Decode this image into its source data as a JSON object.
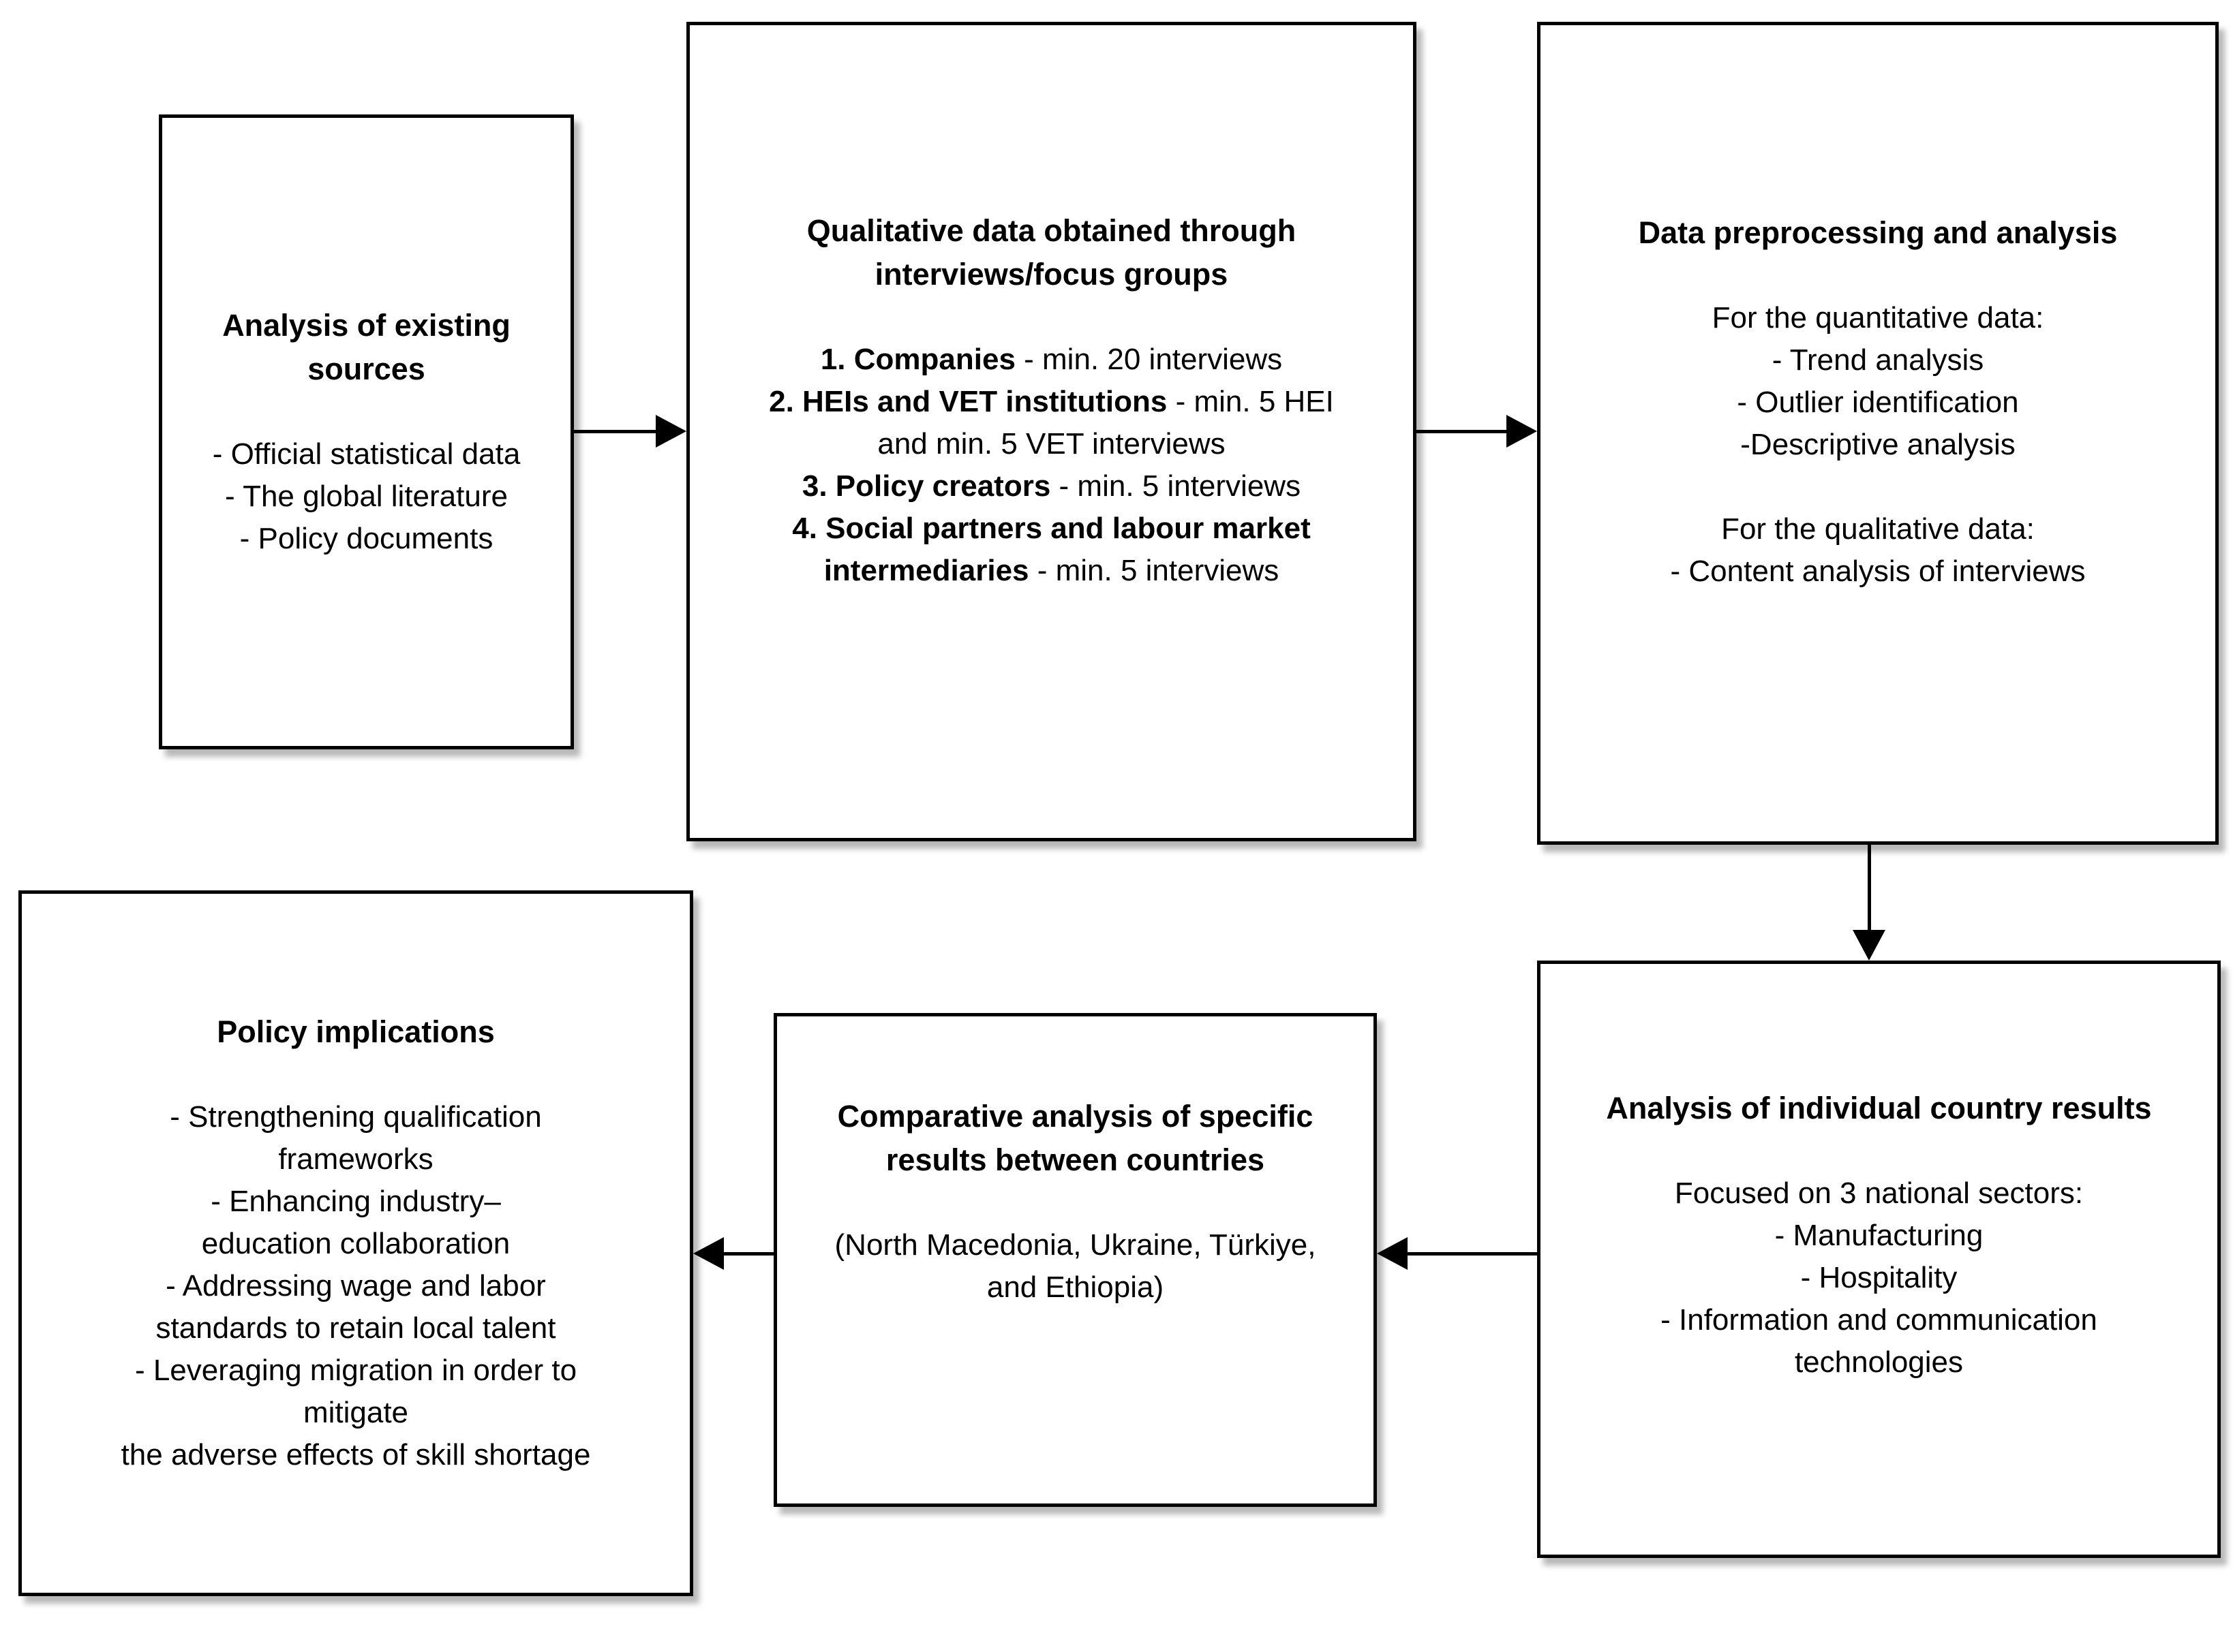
{
  "figure": {
    "type": "flowchart",
    "background_color": "#ffffff",
    "box_border_color": "#000000",
    "text_color": "#000000",
    "arrow_color": "#000000"
  },
  "boxes": [
    {
      "id": "analysis-existing-sources",
      "title_lines": [
        "Analysis of existing",
        "sources"
      ],
      "body_lines": [
        [
          {
            "t": "- Official statistical data"
          }
        ],
        [
          {
            "t": "- The global literature"
          }
        ],
        [
          {
            "t": "- Policy documents"
          }
        ]
      ]
    },
    {
      "id": "qualitative-data",
      "title_lines": [
        "Qualitative data obtained through",
        "interviews/focus groups"
      ],
      "body_lines": [
        [
          {
            "t": "1. Companies",
            "b": true
          },
          {
            "t": " - min. 20 interviews"
          }
        ],
        [
          {
            "t": "2. HEIs and VET institutions",
            "b": true
          },
          {
            "t": " - min. 5 HEI"
          }
        ],
        [
          {
            "t": "and min. 5 VET interviews"
          }
        ],
        [
          {
            "t": "3. Policy creators",
            "b": true
          },
          {
            "t": " - min. 5 interviews"
          }
        ],
        [
          {
            "t": "4. Social partners and labour market",
            "b": true
          }
        ],
        [
          {
            "t": "intermediaries",
            "b": true
          },
          {
            "t": " - min. 5 interviews"
          }
        ]
      ]
    },
    {
      "id": "data-preprocessing",
      "title_lines": [
        "Data preprocessing and analysis"
      ],
      "body_lines": [
        [
          {
            "t": "For the quantitative data:"
          }
        ],
        [
          {
            "t": "- Trend analysis"
          }
        ],
        [
          {
            "t": "- Outlier identification"
          }
        ],
        [
          {
            "t": "-Descriptive analysis"
          }
        ],
        [],
        [
          {
            "t": "For the qualitative data:"
          }
        ],
        [
          {
            "t": "- Content analysis of interviews"
          }
        ]
      ]
    },
    {
      "id": "individual-country-results",
      "title_lines": [
        "Analysis of individual country results"
      ],
      "body_lines": [
        [
          {
            "t": "Focused on 3 national sectors:"
          }
        ],
        [
          {
            "t": "- Manufacturing"
          }
        ],
        [
          {
            "t": "- Hospitality"
          }
        ],
        [
          {
            "t": "- Information and communication"
          }
        ],
        [
          {
            "t": "technologies"
          }
        ]
      ]
    },
    {
      "id": "comparative-analysis",
      "title_lines": [
        "Comparative analysis of specific",
        "results between countries"
      ],
      "body_lines": [
        [
          {
            "t": "(North Macedonia, Ukraine, Türkiye,"
          }
        ],
        [
          {
            "t": "and Ethiopia)"
          }
        ]
      ]
    },
    {
      "id": "policy-implications",
      "title_lines": [
        "Policy implications"
      ],
      "body_lines": [
        [
          {
            "t": "- Strengthening qualification"
          }
        ],
        [
          {
            "t": "frameworks"
          }
        ],
        [
          {
            "t": "- Enhancing industry–"
          }
        ],
        [
          {
            "t": "education collaboration"
          }
        ],
        [
          {
            "t": "- Addressing wage and labor"
          }
        ],
        [
          {
            "t": "standards to retain local talent"
          }
        ],
        [
          {
            "t": "- Leveraging migration in order to"
          }
        ],
        [
          {
            "t": "mitigate"
          }
        ],
        [
          {
            "t": "the adverse effects of skill shortage"
          }
        ]
      ]
    }
  ],
  "connections": [
    {
      "from": "analysis-existing-sources",
      "to": "qualitative-data",
      "direction": "right"
    },
    {
      "from": "qualitative-data",
      "to": "data-preprocessing",
      "direction": "right"
    },
    {
      "from": "data-preprocessing",
      "to": "individual-country-results",
      "direction": "down"
    },
    {
      "from": "individual-country-results",
      "to": "comparative-analysis",
      "direction": "left"
    },
    {
      "from": "comparative-analysis",
      "to": "policy-implications",
      "direction": "left"
    }
  ]
}
